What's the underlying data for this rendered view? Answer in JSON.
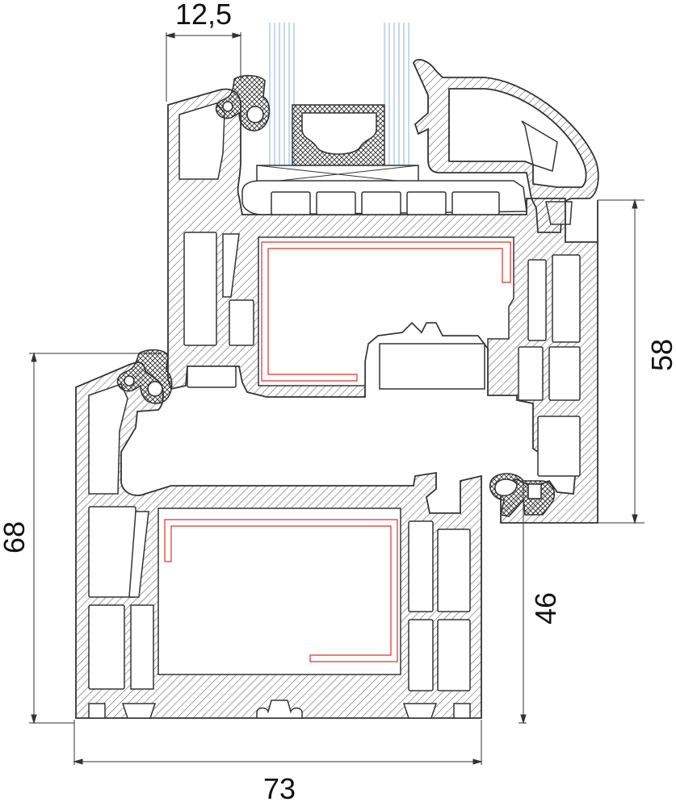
{
  "dimensions": {
    "top_width": "12,5",
    "sash_height": "58",
    "frame_height": "68",
    "frame_depth": "46",
    "total_width": "73"
  },
  "colors": {
    "line": "#333333",
    "hatch": "#555555",
    "reinforcement": "#e0312b",
    "glass": "#8fb3d9",
    "background": "#ffffff"
  }
}
